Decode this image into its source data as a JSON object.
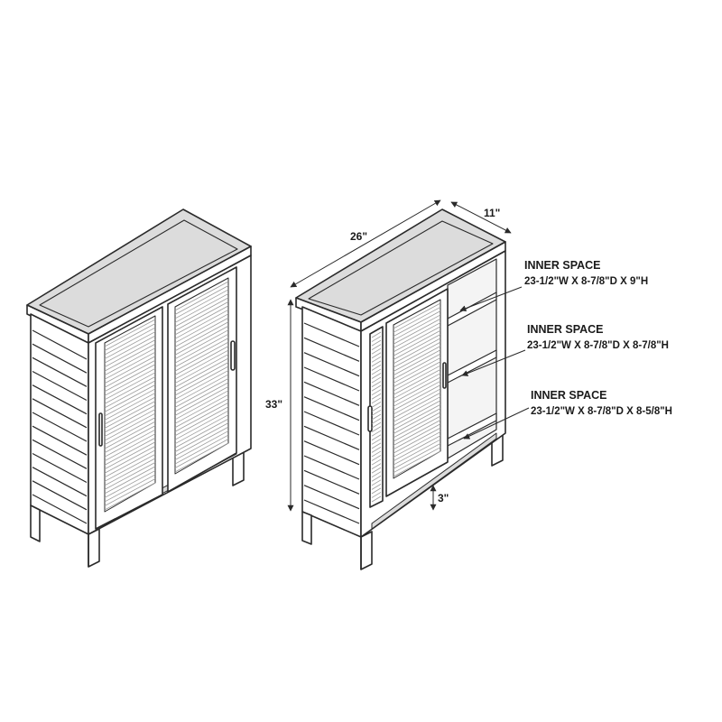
{
  "dimensions": {
    "width": "26\"",
    "depth": "11\"",
    "height": "33\"",
    "clearance": "3\""
  },
  "inner_spaces": [
    {
      "title": "INNER SPACE",
      "value": "23-1/2\"W X 8-7/8\"D X 9\"H"
    },
    {
      "title": "INNER SPACE",
      "value": "23-1/2\"W X 8-7/8\"D X 8-7/8\"H"
    },
    {
      "title": "INNER SPACE",
      "value": "23-1/2\"W X 8-7/8\"D X 8-5/8\"H"
    }
  ],
  "colors": {
    "line": "#2a2a2a",
    "top": "#dcdcdc",
    "body": "#ffffff",
    "louver": "#9a9a9a"
  }
}
